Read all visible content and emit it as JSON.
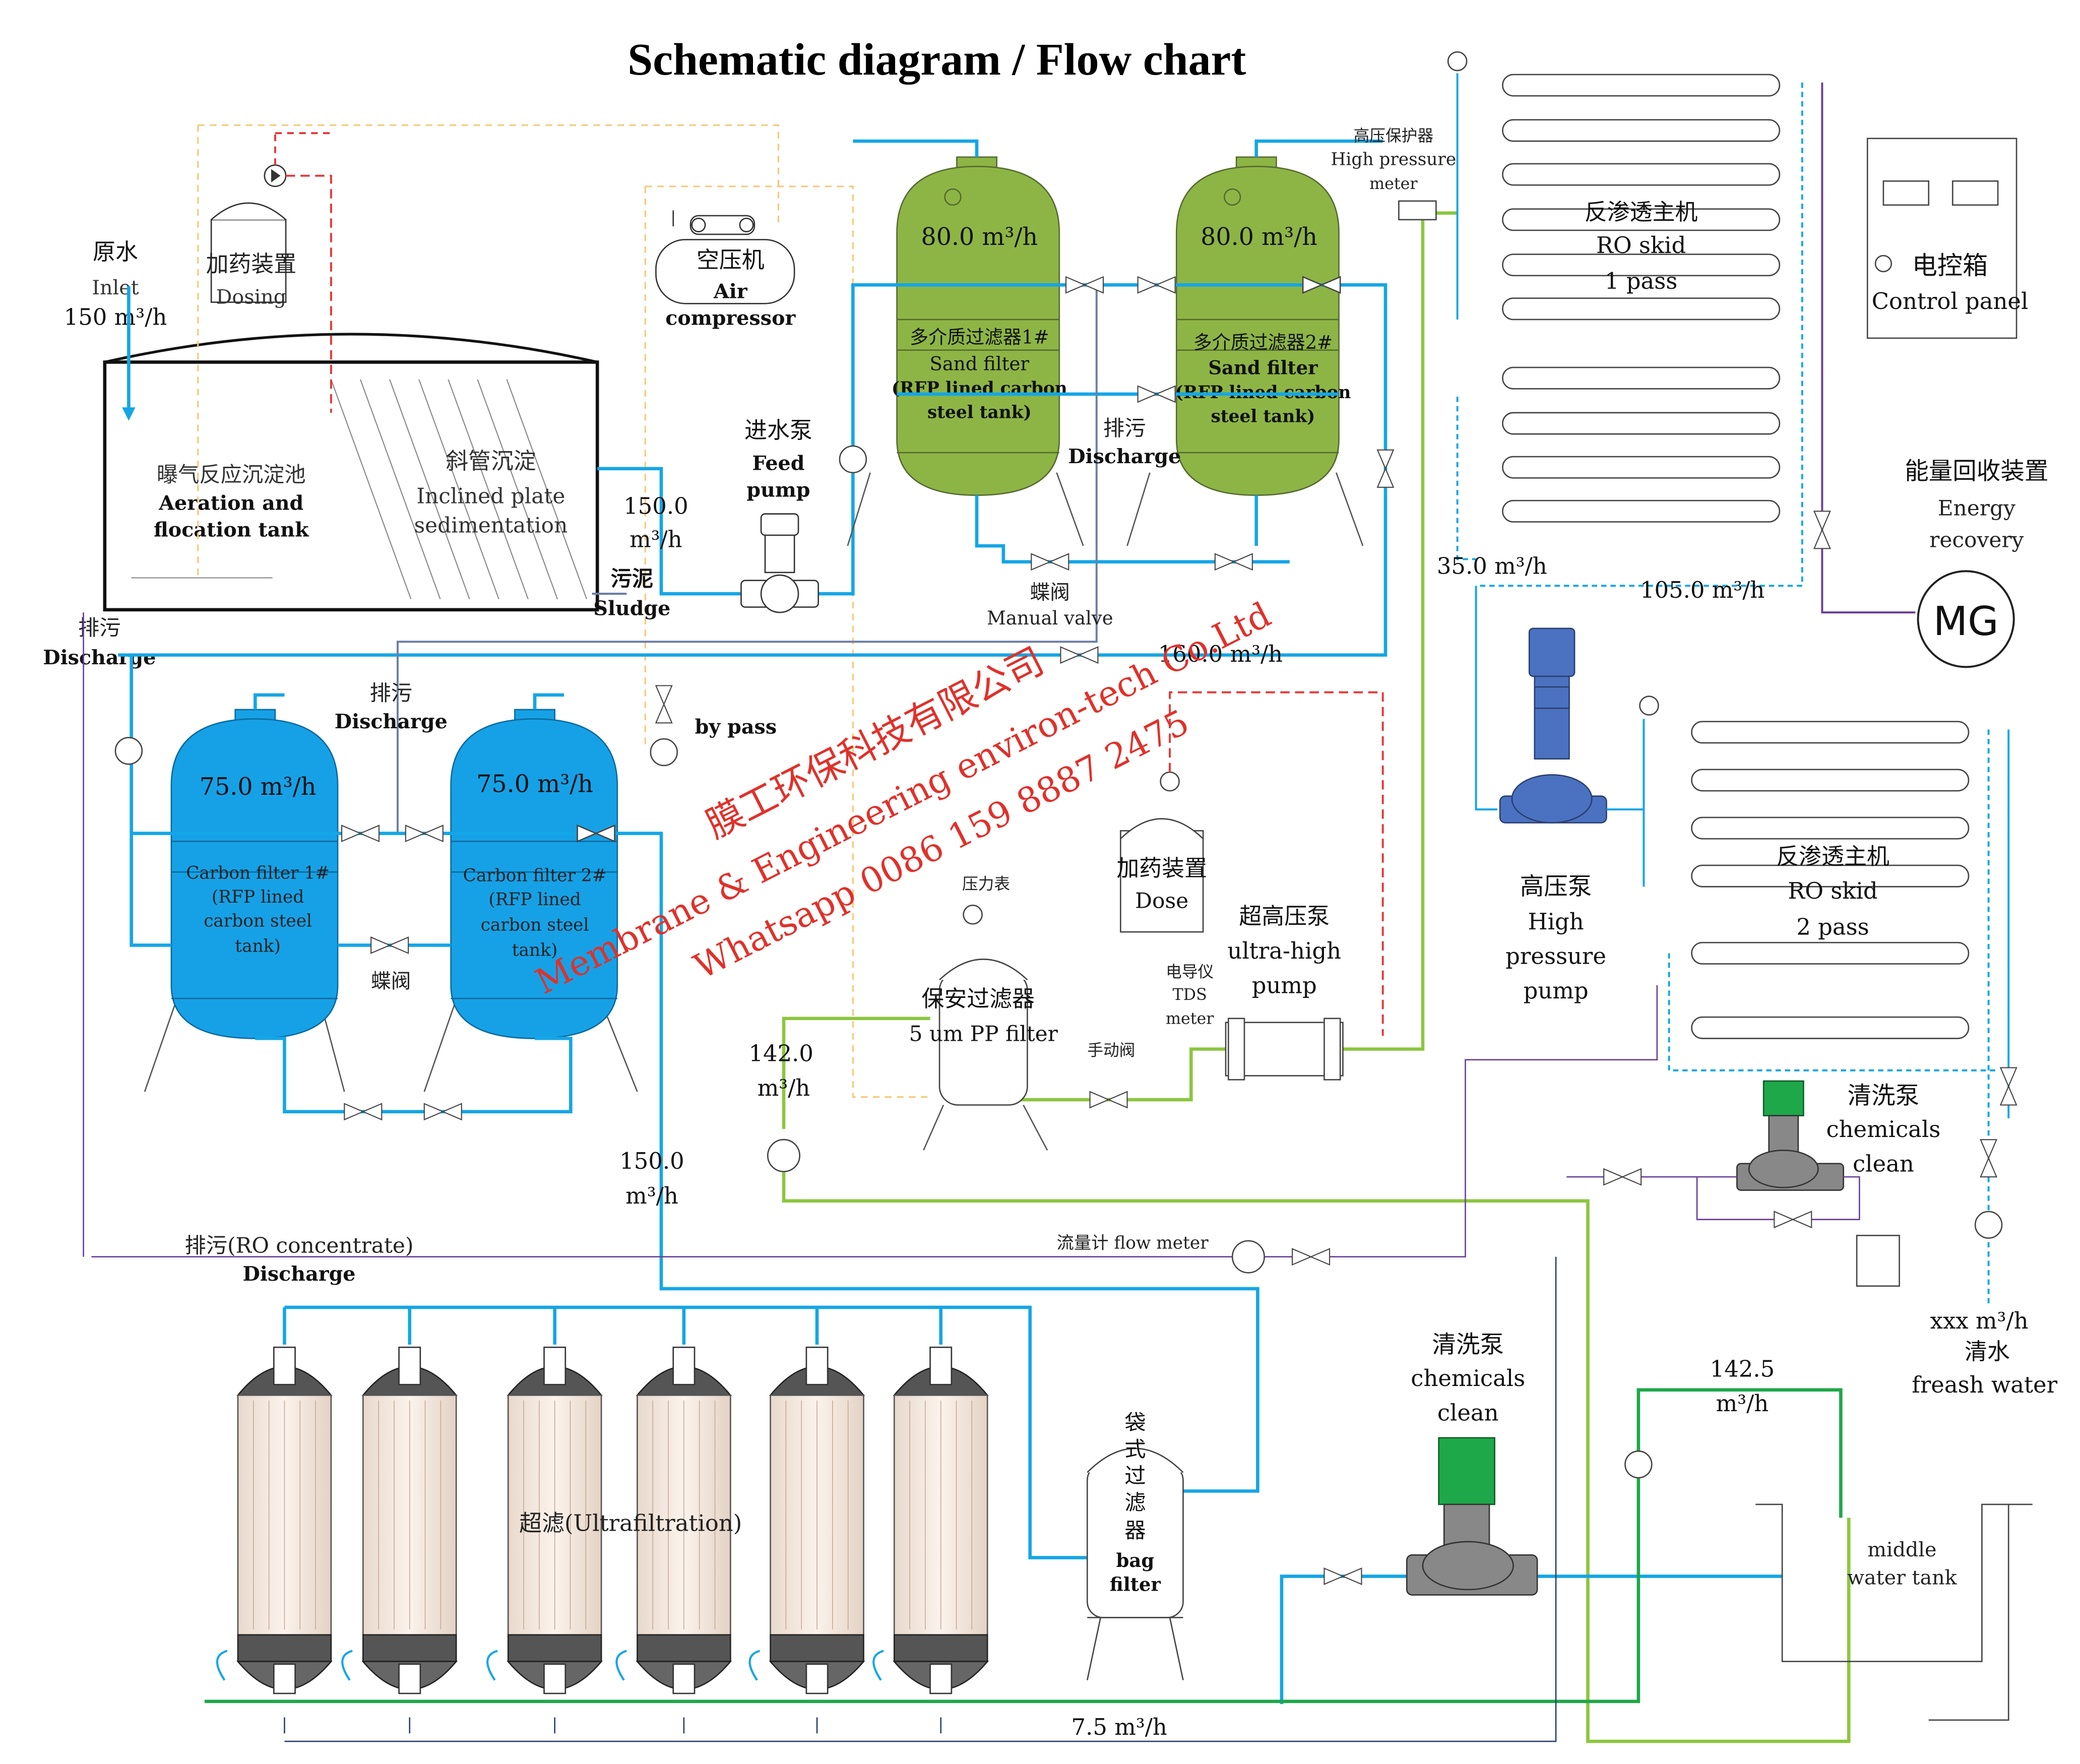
{
  "title": "Schematic diagram / Flow chart",
  "colors": {
    "water_line": "#14a6e6",
    "green_line": "#8cc63f",
    "dark_green_line": "#1ea84a",
    "discharge_line": "#6a7fa6",
    "purple_line": "#6a3d9a",
    "dosing_line": "#e63939",
    "air_line": "#f5c97a",
    "sand_tank": "#8db545",
    "carbon_tank": "#16a1e6",
    "pump_blue": "#4a72c0",
    "watermark": "#e0312a"
  },
  "inlet": {
    "cn": "原水",
    "en": "Inlet",
    "flow": "150 m³/h"
  },
  "dosing1": {
    "cn": "加药装置",
    "en": "Dosing"
  },
  "aeration": {
    "cn": "曝气反应沉淀池",
    "en1": "Aeration and",
    "en2": "flocation tank"
  },
  "sedimentation": {
    "cn": "斜管沉淀",
    "en1": "Inclined plate",
    "en2": "sedimentation"
  },
  "sludge": {
    "cn": "污泥",
    "en": "Sludge"
  },
  "discharge_left": {
    "cn": "排污",
    "en": "Discharge"
  },
  "air_compressor": {
    "cn": "空压机",
    "en1": "Air",
    "en2": "compressor"
  },
  "flow_after_tank": {
    "value": "150.0",
    "unit": "m³/h"
  },
  "feed_pump": {
    "cn": "进水泵",
    "en1": "Feed",
    "en2": "pump"
  },
  "sand_filter_1": {
    "flow": "80.0 m³/h",
    "cn": "多介质过滤器1#",
    "en1": "Sand filter",
    "en2": "(RFP lined carbon",
    "en3": "steel tank)"
  },
  "sand_filter_2": {
    "flow": "80.0 m³/h",
    "cn": "多介质过滤器2#",
    "en1": "Sand filter",
    "en2": "(RFP lined carbon",
    "en3": "steel tank)"
  },
  "discharge_mid": {
    "cn": "排污",
    "en": "Discharge"
  },
  "manual_valve": {
    "cn": "蝶阀",
    "en": "Manual valve"
  },
  "flow_160": "160.0 m³/h",
  "discharge_carbon": {
    "cn": "排污",
    "en": "Discharge"
  },
  "bypass": "by pass",
  "carbon_filter_1": {
    "flow": "75.0 m³/h",
    "en1": "Carbon filter 1#",
    "en2": "(RFP lined",
    "en3": "carbon steel",
    "en4": "tank)"
  },
  "carbon_filter_2": {
    "flow": "75.0 m³/h",
    "en1": "Carbon filter 2#",
    "en2": "(RFP lined",
    "en3": "carbon steel",
    "en4": "tank)"
  },
  "butterfly_valve": "蝶阀",
  "hp_protector": {
    "cn": "高压保护器",
    "en1": "High pressure",
    "en2": "meter"
  },
  "ro1": {
    "cn": "反渗透主机",
    "en1": "RO skid",
    "en2": "1 pass"
  },
  "control_panel": {
    "cn": "电控箱",
    "en": "Control panel"
  },
  "energy_recovery": {
    "cn": "能量回收装置",
    "en1": "Energy",
    "en2": "recovery",
    "mg": "MG"
  },
  "flow_35": "35.0 m³/h",
  "flow_105": "105.0 m³/h",
  "hp_pump": {
    "cn": "高压泵",
    "en1": "High",
    "en2": "pressure",
    "en3": "pump"
  },
  "ro2": {
    "cn": "反渗透主机",
    "en1": "RO skid",
    "en2": "2 pass"
  },
  "dose2": {
    "cn": "加药装置",
    "en": "Dose"
  },
  "pressure_gauge": "压力表",
  "ultra_pump": {
    "cn": "超高压泵",
    "en1": "ultra-high",
    "en2": "pump"
  },
  "tds": {
    "cn": "电导仪",
    "en1": "TDS",
    "en2": "meter"
  },
  "security_filter": {
    "cn": "保安过滤器",
    "en": "5 um PP filter"
  },
  "manual_valve2": "手动阀",
  "flow_142": {
    "value": "142.0",
    "unit": "m³/h"
  },
  "flow_150b": {
    "value": "150.0",
    "unit": "m³/h"
  },
  "clean_pump_right": {
    "cn": "清洗泵",
    "en1": "chemicals",
    "en2": "clean"
  },
  "fresh_water": {
    "flow": "xxx m³/h",
    "cn": "清水",
    "en": "freash water"
  },
  "ro_concentrate": {
    "cn": "排污(RO concentrate)",
    "en": "Discharge"
  },
  "flow_meter": "流量计 flow meter",
  "uf": "超滤(Ultrafiltration)",
  "bag_filter": {
    "c1": "袋",
    "c2": "式",
    "c3": "过",
    "c4": "滤",
    "c5": "器",
    "en1": "bag",
    "en2": "filter"
  },
  "clean_pump_bottom": {
    "cn": "清洗泵",
    "en1": "chemicals",
    "en2": "clean"
  },
  "flow_142_5": {
    "value": "142.5",
    "unit": "m³/h"
  },
  "middle_tank": {
    "en1": "middle",
    "en2": "water tank"
  },
  "flow_7_5": "7.5 m³/h",
  "watermark": {
    "line1": "膜工环保科技有限公司",
    "line2": "Membrane & Engineering environ-tech Co.Ltd",
    "line3": "Whatsapp 0086 159 8887 2475"
  }
}
